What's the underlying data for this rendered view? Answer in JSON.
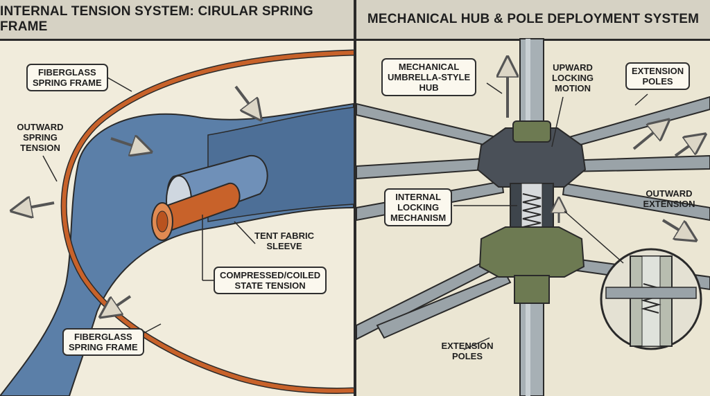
{
  "left_panel": {
    "title": "INTERNAL TENSION SYSTEM: CIRULAR SPRING FRAME",
    "labels": {
      "frame_top": "FIBERGLASS\nSPRING FRAME",
      "outward_tension": "OUTWARD\nSPRING\nTENSION",
      "fabric_sleeve": "TENT FABRIC\nSLEEVE",
      "compressed": "COMPRESSED/COILED\nSTATE TENSION",
      "frame_bottom": "FIBERGLASS\nSPRING FRAME"
    }
  },
  "right_panel": {
    "title": "MECHANICAL HUB & POLE DEPLOYMENT SYSTEM",
    "labels": {
      "hub": "MECHANICAL\nUMBRELLA-STYLE\nHUB",
      "locking_motion": "UPWARD\nLOCKING\nMOTION",
      "extension_poles_top": "EXTENSION\nPOLES",
      "internal_locking": "INTERNAL\nLOCKING\nMECHANISM",
      "outward_extension": "OUTWARD\nEXTENSION",
      "extension_poles_bottom": "EXTENSION\nPOLES"
    }
  },
  "colors": {
    "frame_orange": "#c8622a",
    "fabric_blue": "#5b7fa8",
    "metal_gray": "#9aa3a8",
    "hub_dark": "#4a5058",
    "lower_hub_green": "#6d7a52",
    "outline": "#2a2a2a"
  }
}
